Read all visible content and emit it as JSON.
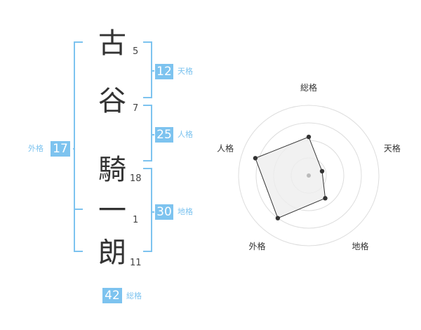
{
  "name": {
    "chars": [
      {
        "char": "古",
        "strokes": "5"
      },
      {
        "char": "谷",
        "strokes": "7"
      },
      {
        "char": "騎",
        "strokes": "18"
      },
      {
        "char": "一",
        "strokes": "1"
      },
      {
        "char": "朗",
        "strokes": "11"
      }
    ]
  },
  "kakusu": {
    "tenkaku": {
      "value": "12",
      "label": "天格"
    },
    "jinkaku": {
      "value": "25",
      "label": "人格"
    },
    "chikaku": {
      "value": "30",
      "label": "地格"
    },
    "gaikaku": {
      "value": "17",
      "label": "外格"
    },
    "soukaku": {
      "value": "42",
      "label": "総格"
    }
  },
  "chart_data": {
    "type": "radar",
    "axes": [
      "総格",
      "天格",
      "地格",
      "外格",
      "人格"
    ],
    "values": [
      0.55,
      0.2,
      0.4,
      0.75,
      0.8
    ],
    "max": 1,
    "rings": 4,
    "colors": {
      "fill": "#eeeeee",
      "stroke": "#333333",
      "grid": "#dddddd",
      "center": "#bbbbbb"
    }
  }
}
